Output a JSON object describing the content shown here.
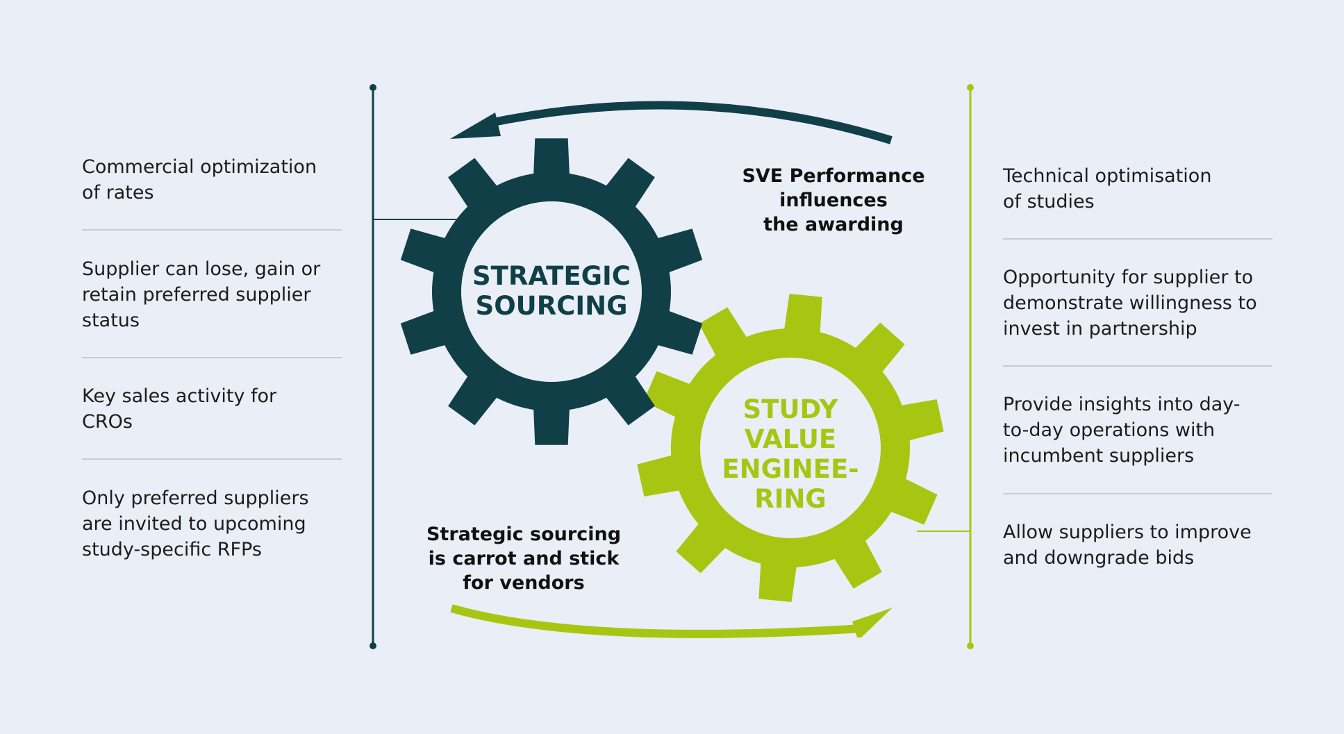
{
  "left_points": [
    "Commercial optimization\nof rates",
    "Supplier can lose, gain or\nretain preferred supplier\nstatus",
    "Key sales activity for\nCROs",
    "Only preferred suppliers\nare invited to upcoming\nstudy-specific RFPs"
  ],
  "right_points": [
    "Technical optimisation\nof studies",
    "Opportunity for supplier to\ndemonstrate willingness to\ninvest in partnership",
    "Provide insights into day-\nto-day operations with\nincumbent suppliers",
    "Allow suppliers to improve\nand downgrade bids"
  ],
  "gears": {
    "strategic": "STRATEGIC\nSOURCING",
    "sve": "STUDY\nVALUE\nENGINEE-\nRING"
  },
  "captions": {
    "top": "SVE Performance\ninfluences\nthe awarding",
    "bottom": "Strategic sourcing\nis carrot and stick\nfor vendors"
  },
  "colors": {
    "dark_teal": "#113f47",
    "lime": "#a8c512",
    "background": "#eaeef6"
  },
  "icons": {
    "left_gear": "gear-icon",
    "right_gear": "gear-icon",
    "top_arrow": "arrow-left-icon",
    "bottom_arrow": "arrow-right-icon"
  }
}
